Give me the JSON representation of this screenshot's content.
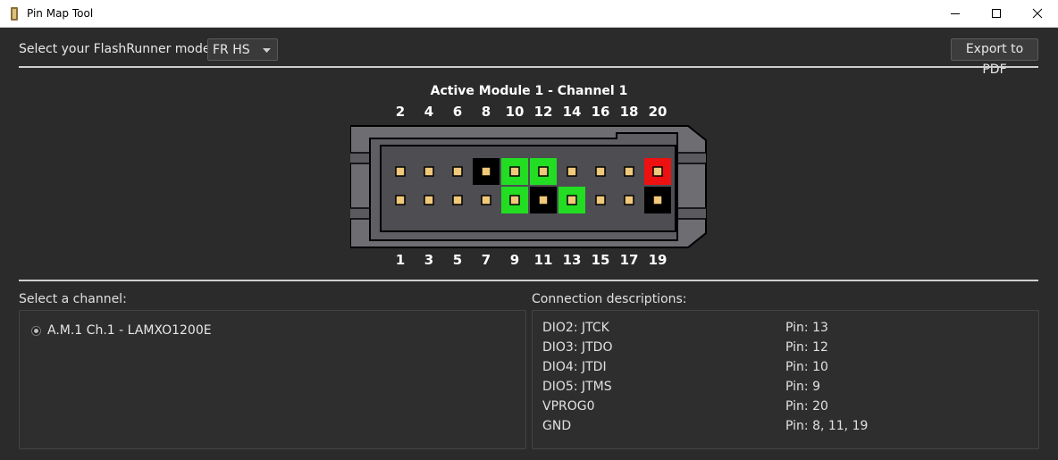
{
  "window": {
    "title": "Pin Map Tool",
    "icon": "flashrunner-app-icon"
  },
  "toolbar": {
    "model_label": "Select your FlashRunner model:",
    "model_value": "FR HS",
    "export_label": "Export to PDF"
  },
  "connector": {
    "title": "Active Module 1 - Channel 1",
    "top_numbers": [
      "2",
      "4",
      "6",
      "8",
      "10",
      "12",
      "14",
      "16",
      "18",
      "20"
    ],
    "bottom_numbers": [
      "1",
      "3",
      "5",
      "7",
      "9",
      "11",
      "13",
      "15",
      "17",
      "19"
    ],
    "top_states": [
      "none",
      "none",
      "none",
      "gnd",
      "signal",
      "signal",
      "none",
      "none",
      "none",
      "power"
    ],
    "bottom_states": [
      "none",
      "none",
      "none",
      "none",
      "signal",
      "gnd",
      "signal",
      "none",
      "none",
      "gnd"
    ],
    "colors": {
      "signal": "#22dd22",
      "gnd": "#000000",
      "power": "#ee1111",
      "pin": "#f0c97a"
    }
  },
  "channels": {
    "label": "Select a channel:",
    "items": [
      "A.M.1 Ch.1 - LAMXO1200E"
    ]
  },
  "descriptions": {
    "label": "Connection descriptions:",
    "rows": [
      {
        "name": "DIO2: JTCK",
        "pins": "Pin: 13"
      },
      {
        "name": "DIO3: JTDO",
        "pins": "Pin: 12"
      },
      {
        "name": "DIO4: JTDI",
        "pins": "Pin: 10"
      },
      {
        "name": "DIO5: JTMS",
        "pins": "Pin: 9"
      },
      {
        "name": "VPROG0",
        "pins": "Pin: 20"
      },
      {
        "name": "GND",
        "pins": "Pin: 8, 11, 19"
      }
    ]
  }
}
